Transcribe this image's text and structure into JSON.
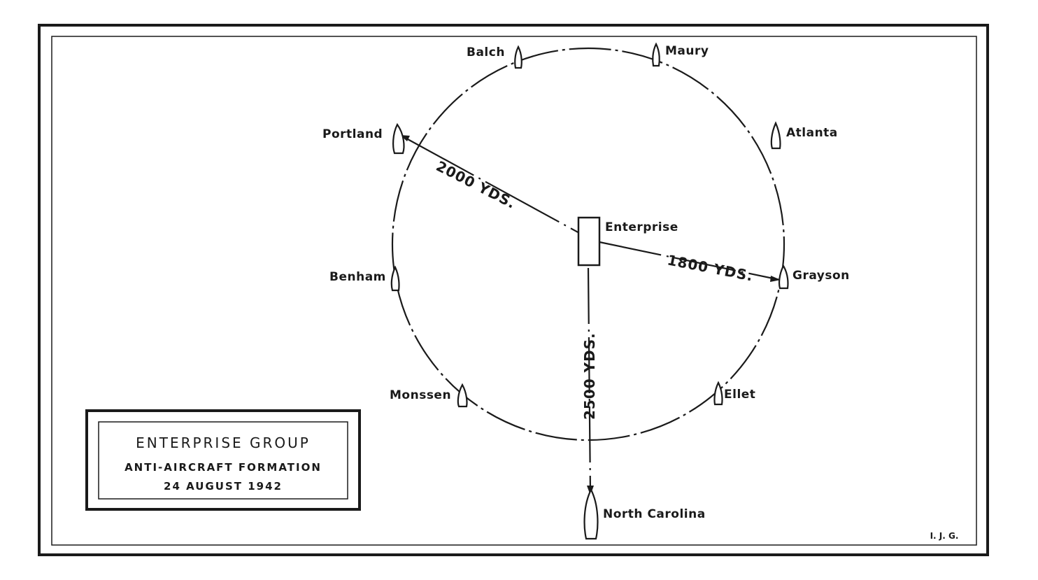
{
  "ships": [
    {
      "id": "balch",
      "label": "Balch"
    },
    {
      "id": "maury",
      "label": "Maury"
    },
    {
      "id": "portland",
      "label": "Portland"
    },
    {
      "id": "atlanta",
      "label": "Atlanta"
    },
    {
      "id": "enterprise",
      "label": "Enterprise"
    },
    {
      "id": "benham",
      "label": "Benham"
    },
    {
      "id": "grayson",
      "label": "Grayson"
    },
    {
      "id": "monssen",
      "label": "Monssen"
    },
    {
      "id": "ellet",
      "label": "Ellet"
    },
    {
      "id": "north-carolina",
      "label": "North Carolina"
    }
  ],
  "distances": {
    "portland": "2000 YDS.",
    "grayson": "1800 YDS.",
    "north_carolina": "2500 YDS."
  },
  "legend": {
    "title": "ENTERPRISE GROUP",
    "line1": "ANTI-AIRCRAFT FORMATION",
    "line2": "24 AUGUST 1942"
  },
  "initials": "I. J. G."
}
